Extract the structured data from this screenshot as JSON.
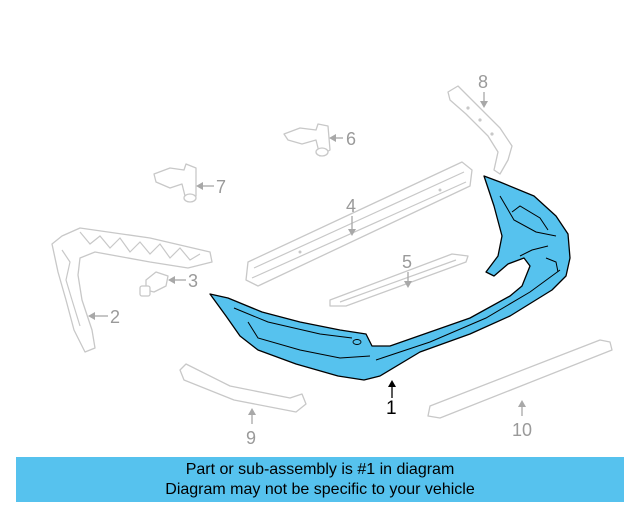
{
  "diagram": {
    "labels": [
      "1",
      "2",
      "3",
      "4",
      "5",
      "6",
      "7",
      "8",
      "9",
      "10"
    ],
    "highlight_color": "#56c2ee"
  },
  "banner": {
    "line1": "Part or sub-assembly is #1 in diagram",
    "line2": "Diagram may not be specific to your vehicle",
    "color": "#56c2ee"
  }
}
